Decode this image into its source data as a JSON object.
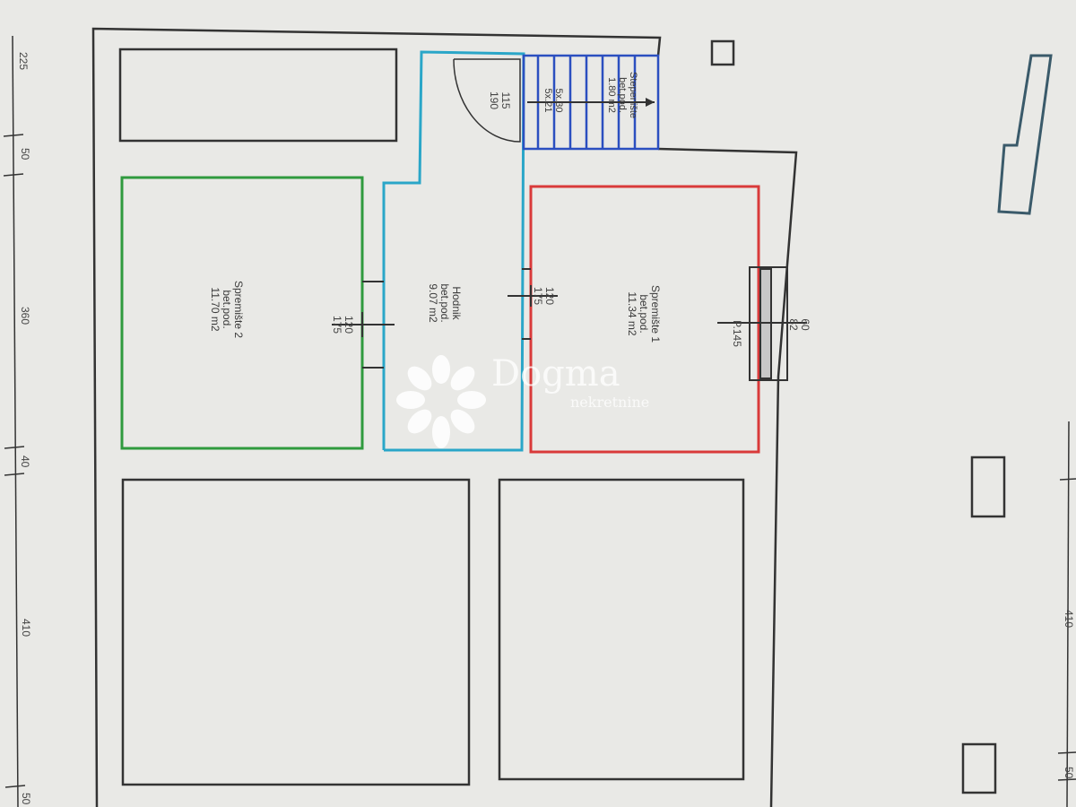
{
  "colors": {
    "paper": "#e9e9e6",
    "wall": "#333333",
    "corridor": "#2aa6c8",
    "storage1": "#d93a3a",
    "storage2": "#2f9a3e",
    "stairs": "#2b4fc0",
    "watermark": "#ffffff"
  },
  "rooms": {
    "storage2": {
      "name": "Spremište 2",
      "floor": "bet.pod.",
      "area": "11.70 m2"
    },
    "corridor": {
      "name": "Hodnik",
      "floor": "bet.pod.",
      "area": "9.07 m2"
    },
    "storage1": {
      "name": "Spremište 1",
      "floor": "bet.pod.",
      "area": "11.34 m2"
    },
    "stairs": {
      "name": "Stepenište",
      "floor": "bet.pod.",
      "area": "1.80 m2",
      "steps": "5x.30",
      "rise": "5x.21"
    }
  },
  "door_labels": {
    "top_door_w": "115",
    "top_door_h": "190",
    "corridor_door_w": "120",
    "corridor_door_h": "175",
    "storage2_door_w": "120",
    "storage2_door_h": "175",
    "window_w": "60",
    "window_h": "82",
    "parapet": "P.145"
  },
  "dimensions_left": [
    "225",
    "50",
    "360",
    "40",
    "410",
    "50"
  ],
  "dimensions_right": [
    "410",
    "50"
  ],
  "watermark": {
    "brand": "Dogma",
    "sub": "nekretnine",
    "icon": "logo-flower-icon"
  }
}
